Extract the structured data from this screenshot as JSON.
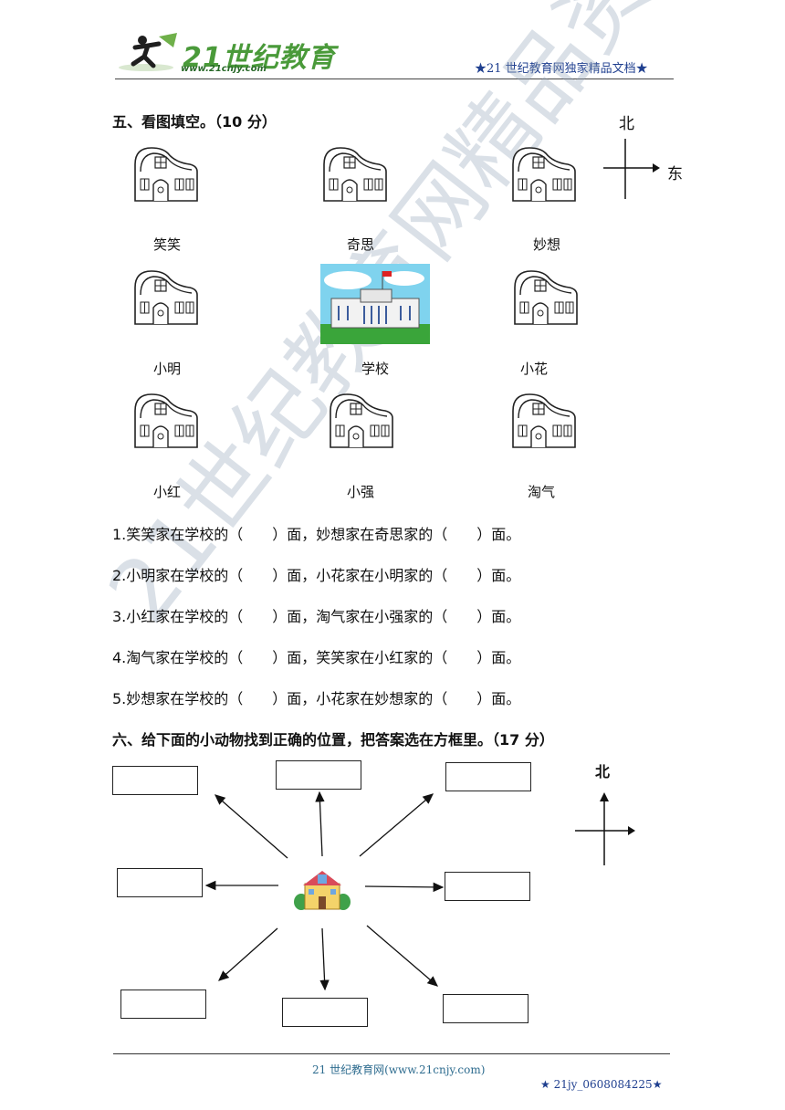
{
  "header": {
    "logo_text": "21世纪教育",
    "logo_url": "www.21cnjy.com",
    "right_text": "★21 世纪教育网独家精品文档★"
  },
  "section5": {
    "title": "五、看图填空。（10 分）",
    "compass": {
      "north": "北",
      "east": "东"
    },
    "houses": [
      {
        "label": "笑笑",
        "icon": "house-icon"
      },
      {
        "label": "奇思",
        "icon": "house-icon"
      },
      {
        "label": "妙想",
        "icon": "house-icon"
      },
      {
        "label": "小明",
        "icon": "house-icon"
      },
      {
        "label": "学校",
        "icon": "school-icon"
      },
      {
        "label": "小花",
        "icon": "house-icon"
      },
      {
        "label": "小红",
        "icon": "house-icon"
      },
      {
        "label": "小强",
        "icon": "house-icon"
      },
      {
        "label": "淘气",
        "icon": "house-icon"
      }
    ],
    "questions": [
      "1.笑笑家在学校的（　　）面，妙想家在奇思家的（　　）面。",
      "2.小明家在学校的（　　）面，小花家在小明家的（　　）面。",
      "3.小红家在学校的（　　）面，淘气家在小强家的（　　）面。",
      "4.淘气家在学校的（　　）面，笑笑家在小红家的（　　）面。",
      "5.妙想家在学校的（　　）面，小花家在妙想家的（　　）面。"
    ]
  },
  "section6": {
    "title": "六、给下面的小动物找到正确的位置，把答案选在方框里。（17 分）",
    "compass": {
      "north": "北"
    },
    "center_icon": "school-building-icon"
  },
  "watermark": "21世纪教育网精品资料",
  "footer": {
    "site": "21 世纪教育网(www.21cnjy.com)",
    "code": "★  21jy_0608084225★"
  }
}
